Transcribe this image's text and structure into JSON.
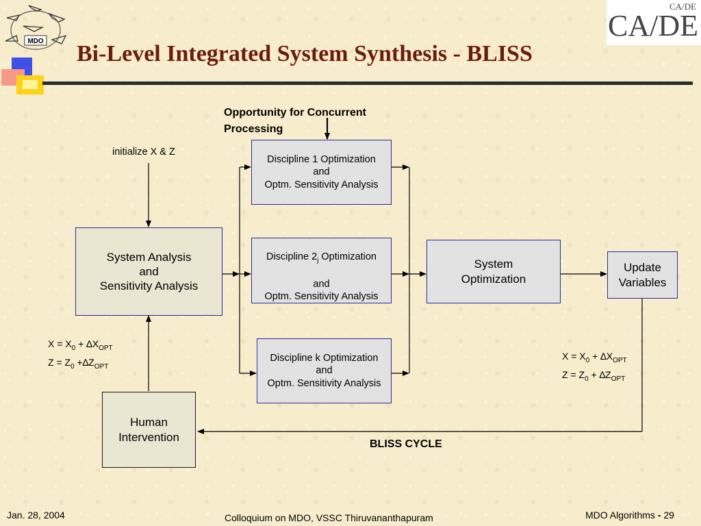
{
  "header": {
    "title": "Bi-Level Integrated System Synthesis - BLISS",
    "logo_left_text": "MDO",
    "logo_right_text": "CA/DE",
    "logo_right_small": "CA/DE"
  },
  "diagram": {
    "concurrent_note": "Opportunity for Concurrent\nProcessing",
    "init_label": "initialize X & Z",
    "system_analysis": "System Analysis\nand\nSensitivity Analysis",
    "discipline_1": "Discipline 1  Optimization\nand\nOptm. Sensitivity Analysis",
    "discipline_j_prefix": "Discipline 2",
    "discipline_j_sub": "j",
    "discipline_j_suffix": " Optimization",
    "discipline_j_rest": "and\nOptm. Sensitivity Analysis",
    "discipline_k": "Discipline k Optimization\nand\nOptm. Sensitivity Analysis",
    "system_optimization": "System\nOptimization",
    "update_variables": "Update\nVariables",
    "human_intervention": "Human\nIntervention",
    "cycle_label": "BLISS CYCLE",
    "eq_left": {
      "x_lhs": "X = X",
      "x_sub0": "0",
      "x_plus": " + ∆X",
      "x_sub_opt": "OPT",
      "z_lhs": "Z = Z",
      "z_sub0": "0",
      "z_plus": " +∆Z",
      "z_sub_opt": "OPT"
    },
    "eq_right": {
      "x_lhs": "X = X",
      "x_sub0": "0",
      "x_plus": " + ∆X",
      "x_sub_opt": "OPT",
      "z_lhs": "Z = Z",
      "z_sub0": "0",
      "z_plus": " + ∆Z",
      "z_sub_opt": "OPT"
    }
  },
  "footer": {
    "date": "Jan. 28, 2004",
    "event": "Colloquium on MDO, VSSC Thiruvananthapuram",
    "topic": "MDO Algorithms",
    "sep": " - ",
    "page": "29"
  },
  "colors": {
    "title": "#6b1d0c",
    "box_border": "#2a2a9a",
    "box_fill": "#e2e2e2",
    "human_fill": "#e9e6d1",
    "background": "#f7eccc"
  }
}
